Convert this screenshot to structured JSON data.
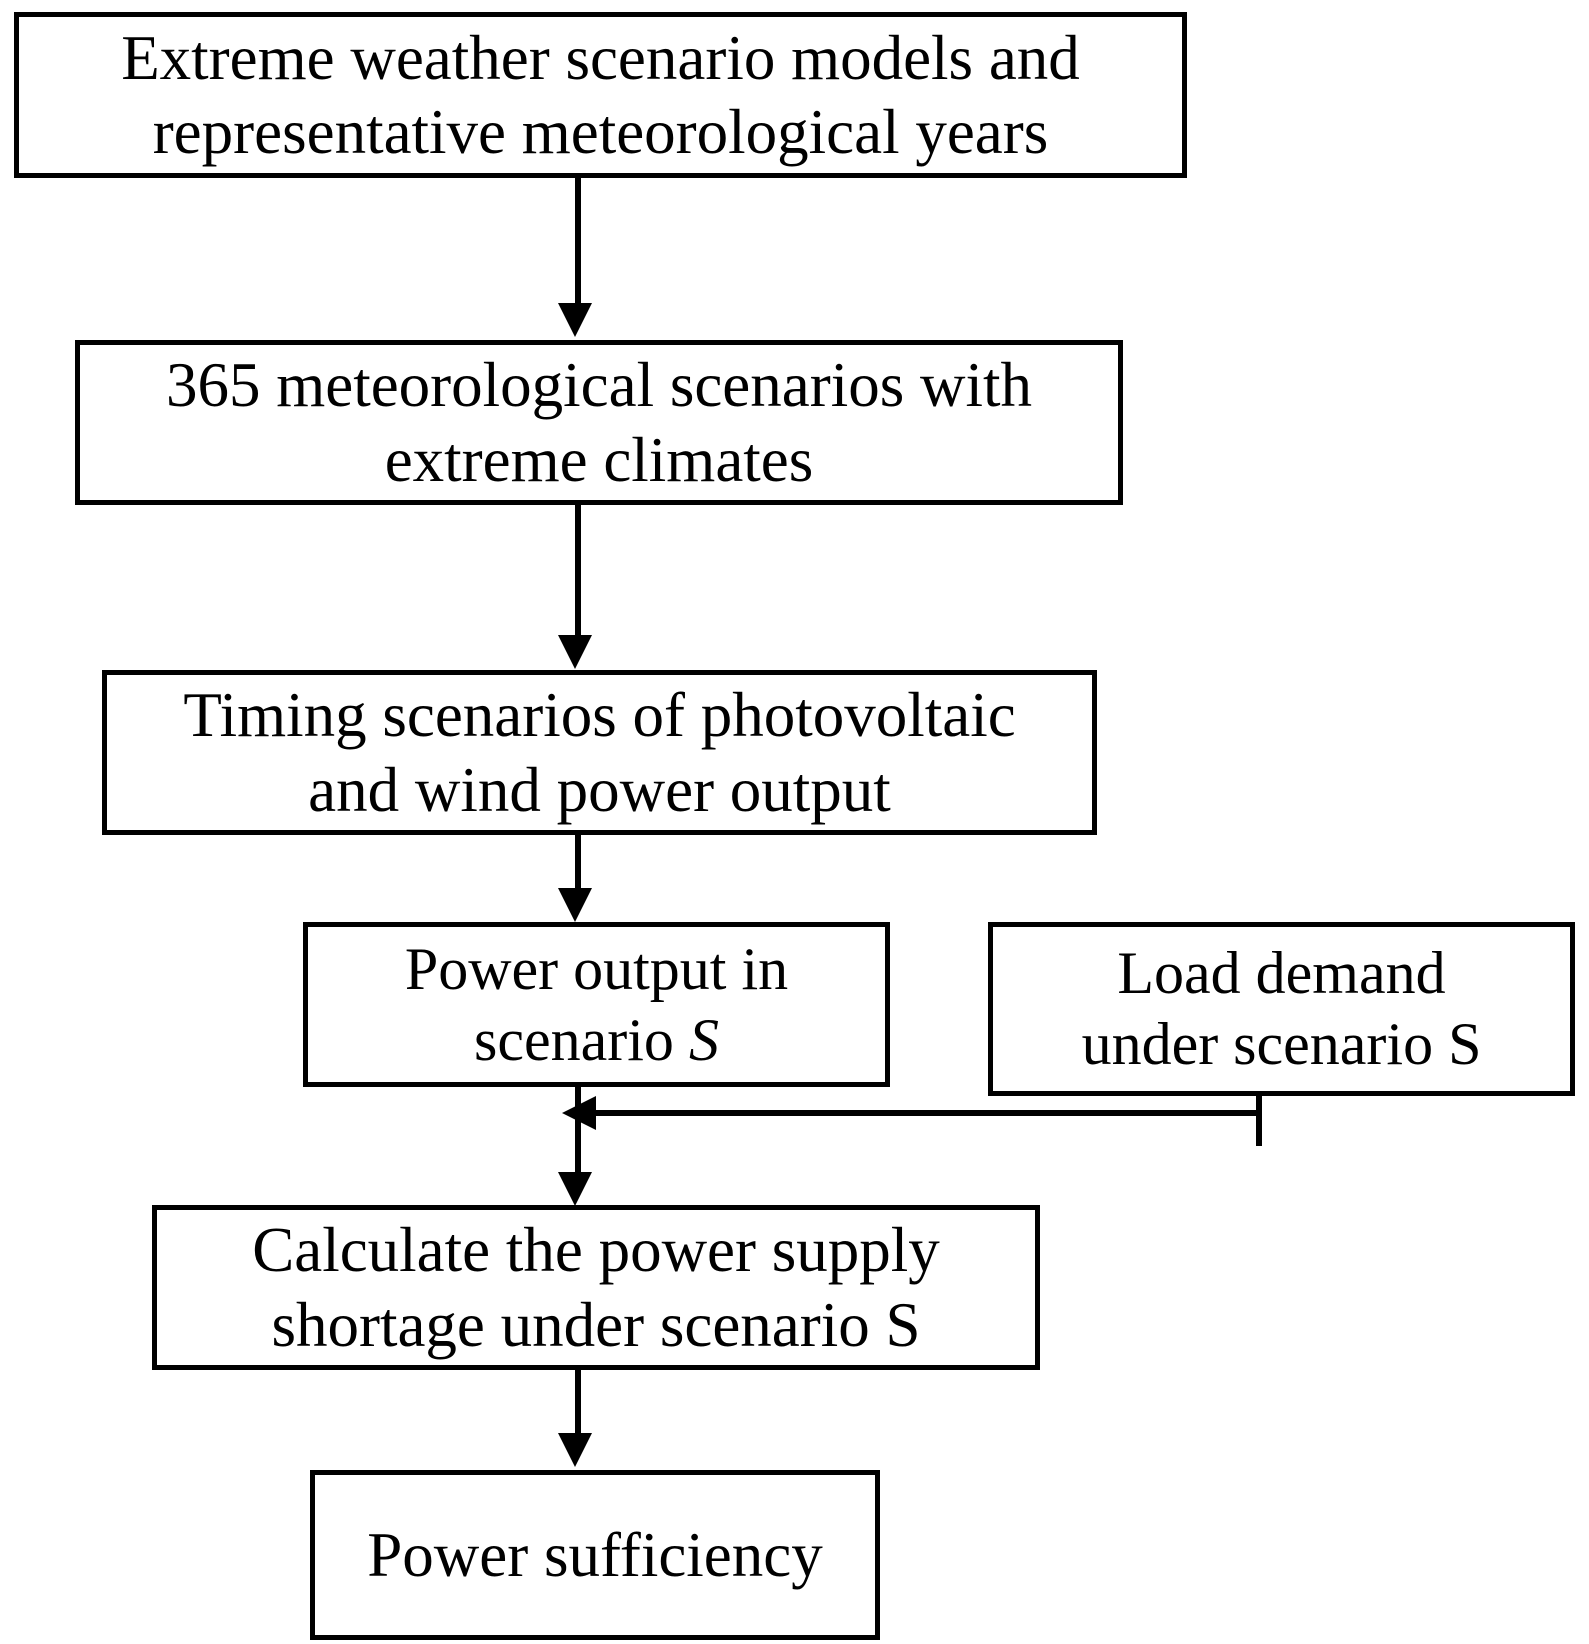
{
  "diagram": {
    "type": "flowchart",
    "orientation": "top-to-bottom",
    "title": "",
    "colors": {
      "background": "#ffffff",
      "box_border": "#000000",
      "box_fill": "#ffffff",
      "connector": "#000000",
      "text": "#000000"
    },
    "nodes": [
      {
        "id": "extreme-weather-models",
        "label": "Extreme weather scenario models and\nrepresentative meteorological years"
      },
      {
        "id": "meteorological-scenarios",
        "label": "365 meteorological scenarios with\nextreme climates"
      },
      {
        "id": "timing-scenarios",
        "label": "Timing scenarios of photovoltaic\nand wind power output"
      },
      {
        "id": "power-output-scenario-s",
        "label_line1": "Power output in",
        "label_line2_prefix": "scenario ",
        "label_line2_italic": "S"
      },
      {
        "id": "load-demand-scenario-s",
        "label": "Load demand\nunder scenario S"
      },
      {
        "id": "calculate-power-shortage",
        "label": "Calculate the power supply\nshortage under scenario S"
      },
      {
        "id": "power-sufficiency",
        "label": "Power sufficiency"
      }
    ],
    "edges": [
      {
        "id": "edge-1",
        "from": "extreme-weather-models",
        "to": "meteorological-scenarios",
        "style": "straight-down",
        "arrowhead": "down"
      },
      {
        "id": "edge-2",
        "from": "meteorological-scenarios",
        "to": "timing-scenarios",
        "style": "straight-down",
        "arrowhead": "down"
      },
      {
        "id": "edge-3",
        "from": "timing-scenarios",
        "to": "power-output-scenario-s",
        "style": "straight-down",
        "arrowhead": "down"
      },
      {
        "id": "edge-4",
        "from": "power-output-scenario-s",
        "to": "calculate-power-shortage",
        "style": "straight-down",
        "arrowhead": "down"
      },
      {
        "id": "edge-5",
        "from": "load-demand-scenario-s",
        "to": "calculate-power-shortage",
        "style": "elbow-down-left",
        "arrowhead": "left"
      },
      {
        "id": "edge-6",
        "from": "calculate-power-shortage",
        "to": "power-sufficiency",
        "style": "straight-down",
        "arrowhead": "down"
      }
    ]
  }
}
